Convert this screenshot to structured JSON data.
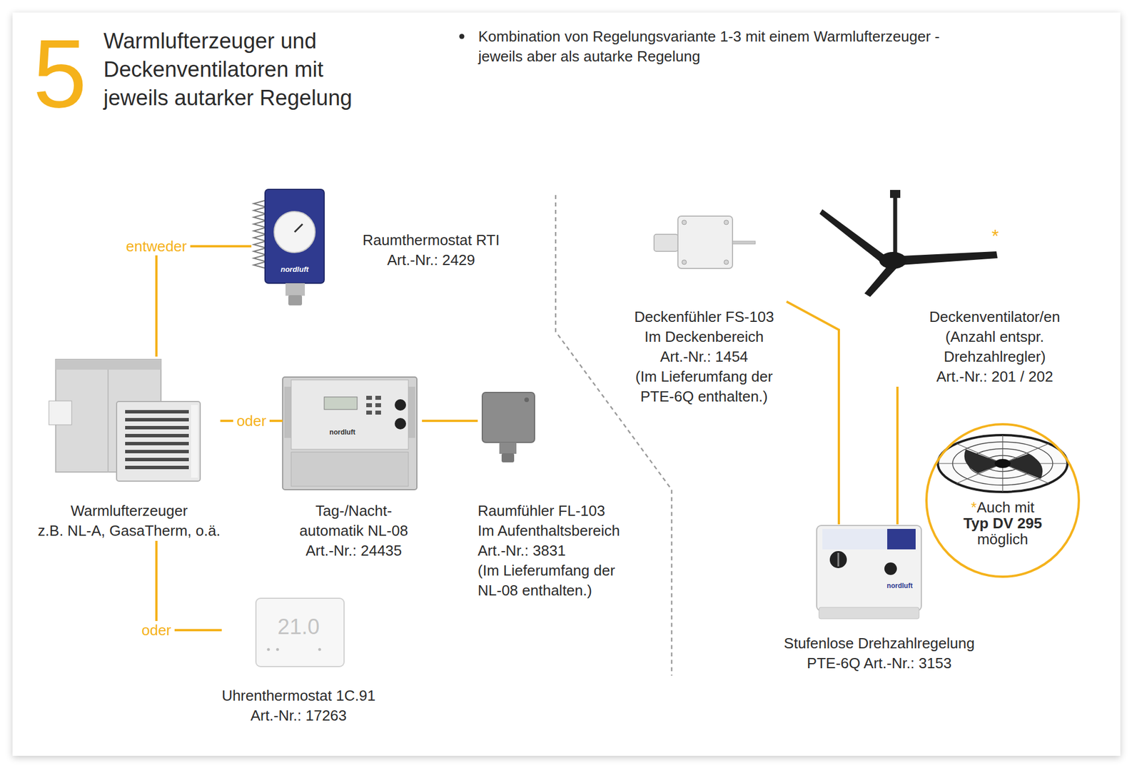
{
  "diagram": {
    "title": "Warmlufterzeuger und Deckenventilatoren mit jeweils autarker Regelung",
    "nodes": [
      {
        "text": [
          "Raumthermostat RTI",
          "Art.-Nr.: 2429"
        ]
      },
      {
        "text": [
          "Warmlufterzeuger",
          "z.B. NL-A, GasaTherm, o.ä."
        ]
      },
      {
        "text": [
          "Tag-/Nacht- automatik NL-08",
          "Art.-Nr.: 24435"
        ]
      },
      {
        "text": [
          "Raumfühler FL-103",
          "Im Aufenthaltsbereich",
          "Art.-Nr.: 3831",
          "(Im Lieferumfang der NL-08 enthalten.)"
        ]
      },
      {
        "text": [
          "Uhrenthermostat 1C.91",
          "Art.-Nr.: 17263"
        ]
      },
      {
        "text": [
          "Deckenfühler FS-103",
          "Im Deckenbereich",
          "Art.-Nr.: 1454",
          "(Im Lieferumfang der PTE-6Q enthalten.)"
        ]
      },
      {
        "text": [
          "Deckenventilator/en",
          "(Anzahl entspr. Drehzahlregler)",
          "Art.-Nr.: 201 / 202"
        ]
      },
      {
        "text": [
          "*",
          "Auch mit",
          "Typ DV 295",
          "möglich"
        ]
      },
      {
        "text": [
          "Stufenlose Drehzahlregelung",
          "PTE-6Q Art.-Nr.: 3153"
        ]
      }
    ],
    "edges": [
      {
        "from": 1,
        "to": 0,
        "arrow": "none",
        "label": "entweder"
      },
      {
        "from": 1,
        "to": 2,
        "arrow": "none",
        "label": "oder"
      },
      {
        "from": 2,
        "to": 3,
        "arrow": "none"
      },
      {
        "from": 1,
        "to": 4,
        "arrow": "none",
        "label": "oder"
      },
      {
        "from": 5,
        "to": 8,
        "arrow": "none"
      },
      {
        "from": 6,
        "to": 8,
        "arrow": "none"
      }
    ],
    "labels": [
      "5",
      "Kombination von Regelungsvariante 1-3 mit einem Warmlufterzeuger - jeweils aber als autarke Regelung",
      "*",
      "nordluft",
      "nordluft",
      "21.0",
      "nordluft"
    ]
  }
}
